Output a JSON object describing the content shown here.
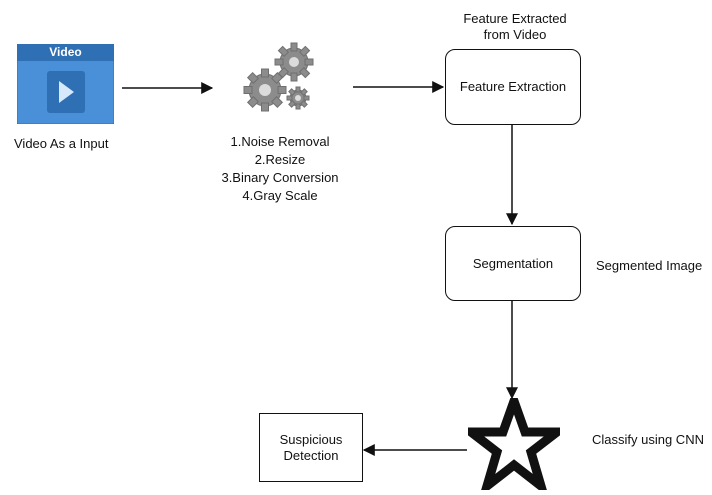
{
  "nodes": {
    "video_input": {
      "icon_title": "Video",
      "caption": "Video As a Input"
    },
    "preprocessing": {
      "steps": [
        "1.Noise Removal",
        "2.Resize",
        "3.Binary Conversion",
        "4.Gray Scale"
      ]
    },
    "feature_extraction": {
      "label": "Feature Extraction",
      "caption_line1": "Feature Extracted",
      "caption_line2": "from Video"
    },
    "segmentation": {
      "label": "Segmentation",
      "caption": "Segmented Image"
    },
    "classifier": {
      "caption": "Classify using CNN"
    },
    "detection": {
      "label_line1": "Suspicious",
      "label_line2": "Detection"
    }
  },
  "colors": {
    "video_fill": "#4a90d9",
    "video_header": "#2f6fb3",
    "gear_fill": "#8c8c8c",
    "line": "#111111"
  },
  "icons": {
    "video": "video-player-icon",
    "gears": "gears-icon",
    "star": "star-icon"
  }
}
